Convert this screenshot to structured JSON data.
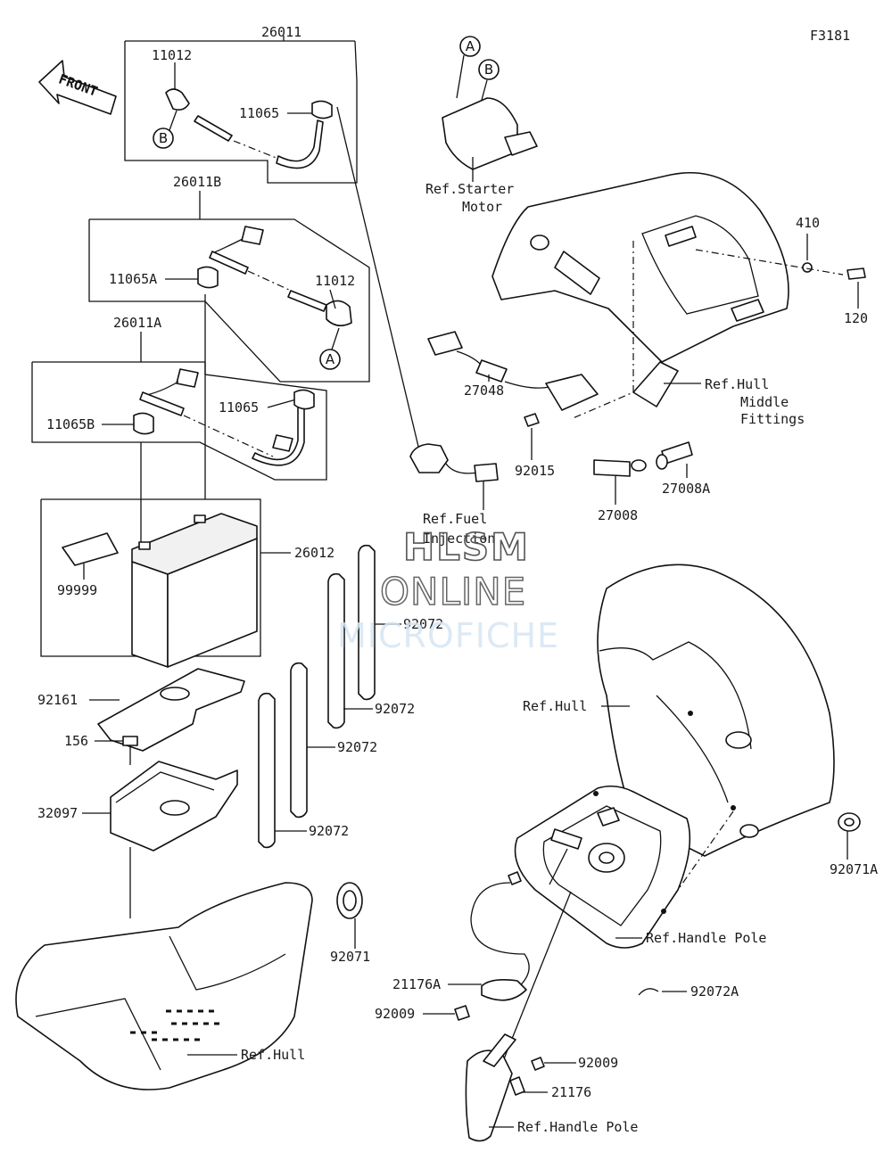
{
  "figure_code": "F3181",
  "front_arrow_text": "FRONT",
  "circle_refs": {
    "a": "A",
    "b": "B"
  },
  "watermark": {
    "line1": "HLSM",
    "line2": "ONLINE",
    "line3": "MICROFICHE"
  },
  "labels": {
    "p26011": "26011",
    "p11012_top": "11012",
    "p11065_top": "11065",
    "p26011B": "26011B",
    "p11065A": "11065A",
    "p11012_mid": "11012",
    "p26011A": "26011A",
    "p11065B": "11065B",
    "p11065_mid": "11065",
    "ref_starter_1": "Ref.Starter",
    "ref_starter_2": "Motor",
    "p410": "410",
    "p120": "120",
    "ref_hull_middle_1": "Ref.Hull",
    "ref_hull_middle_2": "Middle",
    "ref_hull_middle_3": "Fittings",
    "p27048": "27048",
    "p92015": "92015",
    "p27008": "27008",
    "p27008A": "27008A",
    "ref_fuel_1": "Ref.Fuel",
    "ref_fuel_2": "Injection",
    "p26012": "26012",
    "p99999": "99999",
    "p92072_a": "92072",
    "p92072_b": "92072",
    "p92072_c": "92072",
    "p92072_d": "92072",
    "p92161": "92161",
    "p156": "156",
    "p32097": "32097",
    "ref_hull_right": "Ref.Hull",
    "p92071A": "92071A",
    "ref_handle_pole_1": "Ref.Handle Pole",
    "p92071": "92071",
    "p21176A": "21176A",
    "p92072A": "92072A",
    "p92009_a": "92009",
    "p92009_b": "92009",
    "p21176": "21176",
    "ref_hull_bottom": "Ref.Hull",
    "ref_handle_pole_2": "Ref.Handle Pole"
  }
}
